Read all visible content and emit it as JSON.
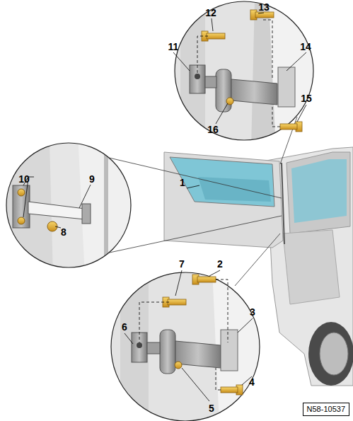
{
  "diagram": {
    "nodes": [
      {
        "text": [
          "N58-10537"
        ]
      }
    ],
    "labels": [
      "12",
      "13",
      "11",
      "14",
      "15",
      "16",
      "1",
      "10",
      "9",
      "8",
      "7",
      "2",
      "6",
      "3",
      "4",
      "5"
    ]
  }
}
